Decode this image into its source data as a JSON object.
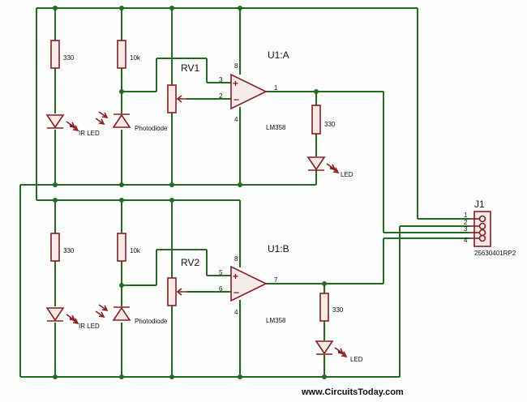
{
  "labels": {
    "r1_top": "330",
    "r2_top": "10k",
    "led1_top": "IR LED",
    "pd1_top": "Photodiode",
    "rv1": "RV1",
    "u1a": "U1:A",
    "u1a_part": "LM358",
    "r3_top": "330",
    "led_out_top": "LED",
    "r1_bot": "330",
    "r2_bot": "10k",
    "led1_bot": "IR LED",
    "pd1_bot": "Photodiode",
    "rv2": "RV2",
    "u1b": "U1:B",
    "u1b_part": "LM358",
    "r3_bot": "330",
    "led_out_bot": "LED",
    "j1": "J1",
    "j1_part": "25630401RP2",
    "watermark": "www.CircuitsToday.com"
  },
  "pins": {
    "a_plus": "3",
    "a_minus": "2",
    "a_out": "1",
    "a_vcc": "8",
    "a_gnd": "4",
    "b_plus": "5",
    "b_minus": "6",
    "b_out": "7",
    "b_vcc": "8",
    "b_gnd": "4",
    "j1": [
      "1",
      "2",
      "3",
      "4"
    ]
  },
  "colors": {
    "wire": "#1f6f1f",
    "component": "#8b1e1e"
  }
}
